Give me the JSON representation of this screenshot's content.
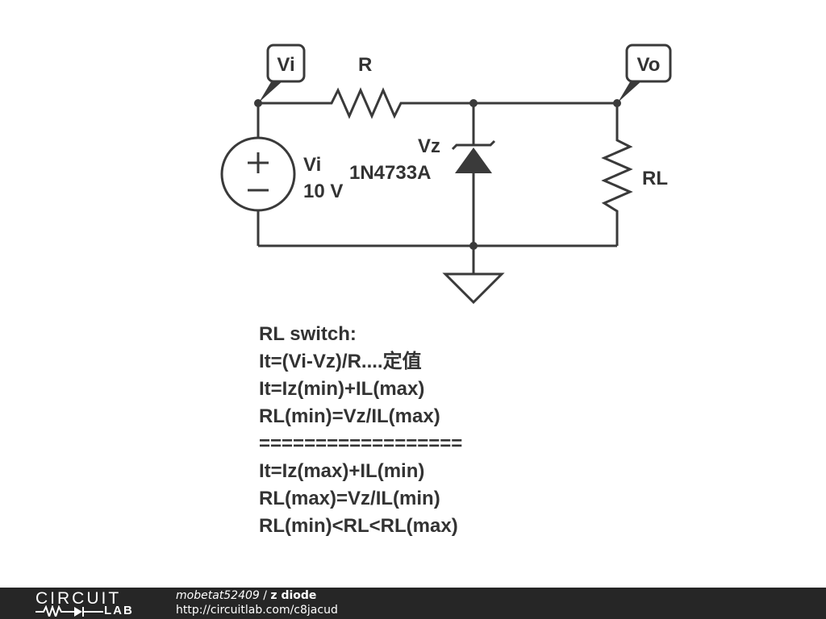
{
  "schematic": {
    "probe_in": "Vi",
    "probe_out": "Vo",
    "resistor_label": "R",
    "load_label": "RL",
    "zener_label": "Vz",
    "zener_part": "1N4733A",
    "source_name": "Vi",
    "source_value": "10 V"
  },
  "notes": [
    "RL switch:",
    "It=(Vi-Vz)/R....定值",
    "It=Iz(min)+IL(max)",
    "RL(min)=Vz/IL(max)",
    "==================",
    "It=Iz(max)+IL(min)",
    "RL(max)=Vz/IL(min)",
    "RL(min)<RL<RL(max)"
  ],
  "footer": {
    "logo_top": "CIRCUIT",
    "logo_bottom": "LAB",
    "author": "mobetat52409",
    "separator": " / ",
    "title": "z diode",
    "url": "http://circuitlab.com/c8jacud"
  },
  "colors": {
    "ink": "#3a3a3a",
    "label": "#333333",
    "footer_bg": "#262626"
  }
}
